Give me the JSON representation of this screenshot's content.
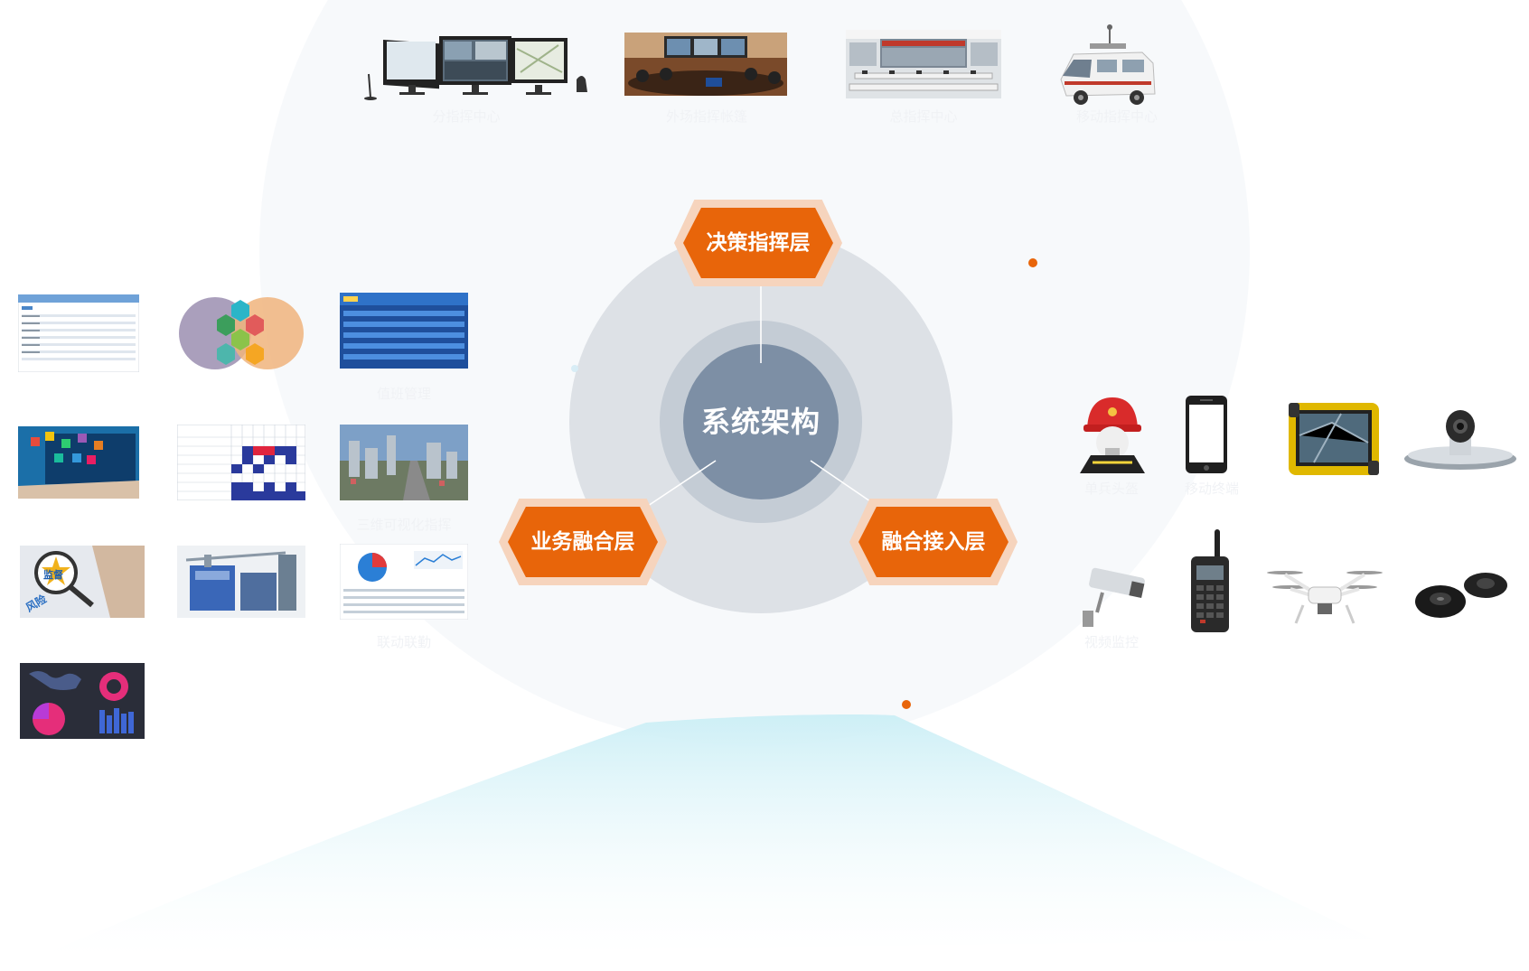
{
  "center": {
    "label": "系统架构"
  },
  "layers": {
    "decision": "决策指挥层",
    "business": "业务融合层",
    "access": "融合接入层"
  },
  "top_captions": [
    "分指挥中心",
    "外场指挥帐篷",
    "总指挥中心",
    "移动指挥中心"
  ],
  "left_captions": {
    "c1": "值班管理",
    "c2": "三维可视化指挥",
    "c3": "联动联勤"
  },
  "right_captions": {
    "c1": "单兵头盔",
    "c2": "移动终端",
    "c3": "视频监控"
  },
  "badge_text": {
    "top": "监督",
    "bottom": "风险"
  },
  "colors": {
    "accent": "#e8650a",
    "core": "#7d8fa5",
    "fan": "#d6f3f8"
  }
}
